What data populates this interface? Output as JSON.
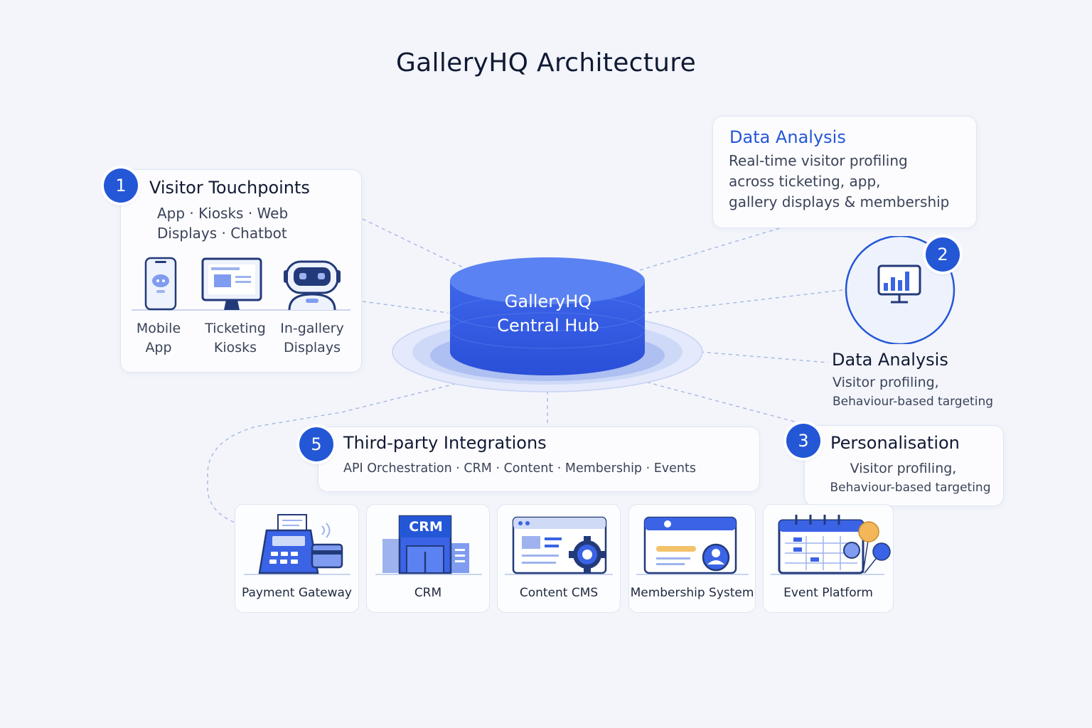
{
  "title": "GalleryHQ Architecture",
  "hub": {
    "line1": "GalleryHQ",
    "line2": "Central Hub"
  },
  "touchpoints": {
    "badge": "1",
    "title": "Visitor Touchpoints",
    "subtitle_line1": "App · Kiosks · Web",
    "subtitle_line2": "Displays · Chatbot",
    "items": [
      {
        "line1": "Mobile",
        "line2": "App",
        "icon": "mobile-phone-icon"
      },
      {
        "line1": "Ticketing",
        "line2": "Kiosks",
        "icon": "monitor-icon"
      },
      {
        "line1": "In-gallery",
        "line2": "Displays",
        "icon": "robot-icon"
      }
    ]
  },
  "data_analysis_top": {
    "title": "Data Analysis",
    "line1": "Real-time visitor profiling",
    "line2": "across ticketing, app,",
    "line3": "gallery displays & membership"
  },
  "data_analysis_node": {
    "badge": "2",
    "icon": "analytics-monitor-icon",
    "title": "Data Analysis",
    "line1": "Visitor profiling,",
    "line2": "Behaviour-based targeting"
  },
  "personalisation": {
    "badge": "3",
    "title": "Personalisation",
    "line1": "Visitor profiling,",
    "line2": "Behaviour-based targeting"
  },
  "integrations": {
    "badge": "5",
    "title": "Third-party Integrations",
    "subtitle": "API Orchestration · CRM · Content · Membership · Events"
  },
  "systems": [
    {
      "label": "Payment Gateway",
      "icon": "payment-terminal-icon"
    },
    {
      "label": "CRM",
      "icon": "crm-building-icon",
      "sign": "CRM"
    },
    {
      "label": "Content CMS",
      "icon": "cms-gear-icon"
    },
    {
      "label": "Membership System",
      "icon": "membership-card-icon"
    },
    {
      "label": "Event Platform",
      "icon": "calendar-icon"
    }
  ],
  "colors": {
    "accent": "#2457d6",
    "hub": "#3a63e6",
    "background": "#f3f5fb"
  }
}
